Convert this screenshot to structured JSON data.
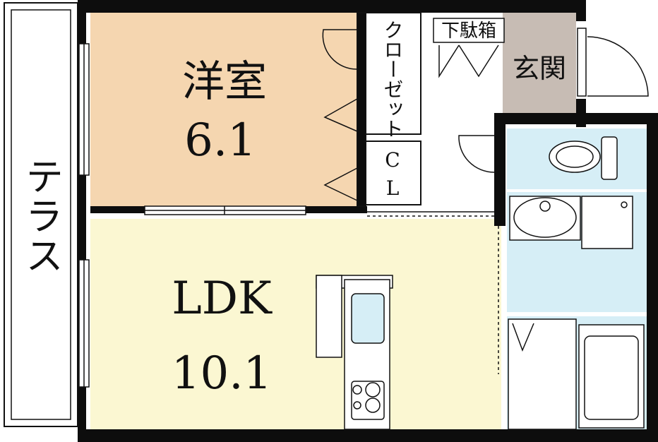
{
  "rooms": {
    "terrace": {
      "label": "テラス"
    },
    "western_room": {
      "label": "洋室",
      "size": "6.1"
    },
    "closet": {
      "label": "クローゼット"
    },
    "cl": {
      "label_c": "C",
      "label_l": "L"
    },
    "shoe_box": {
      "label": "下駄箱"
    },
    "entrance": {
      "label": "玄関"
    },
    "ldk": {
      "label": "LDK",
      "size": "10.1"
    }
  },
  "colors": {
    "western_room_fill": "#f5d6b0",
    "ldk_fill": "#fbf7d2",
    "wet_area_fill": "#d6eef6",
    "entrance_fill": "#c7bcb4",
    "wall": "#0d0d0d",
    "line": "#111111"
  }
}
